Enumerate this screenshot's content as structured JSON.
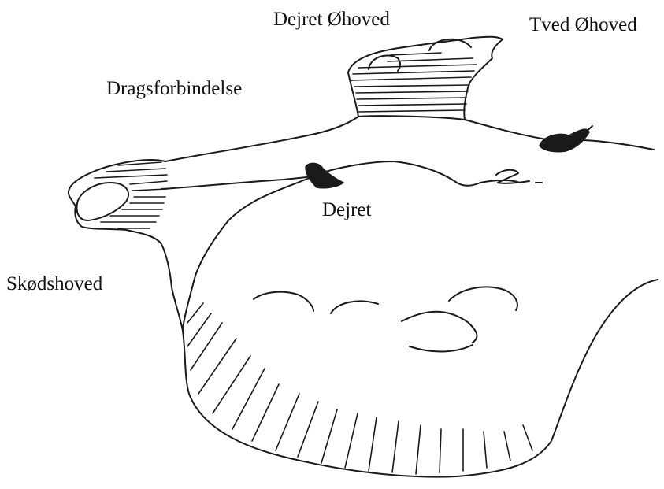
{
  "labels": {
    "dejret_ohoved": "Dejret Øhoved",
    "tved_ohoved": "Tved Øhoved",
    "dragsforbindelse": "Dragsforbindelse",
    "dejret": "Dejret",
    "skodshoved": "Skødshoved"
  },
  "colors": {
    "ink": "#1a1a1a",
    "background": "#ffffff"
  }
}
